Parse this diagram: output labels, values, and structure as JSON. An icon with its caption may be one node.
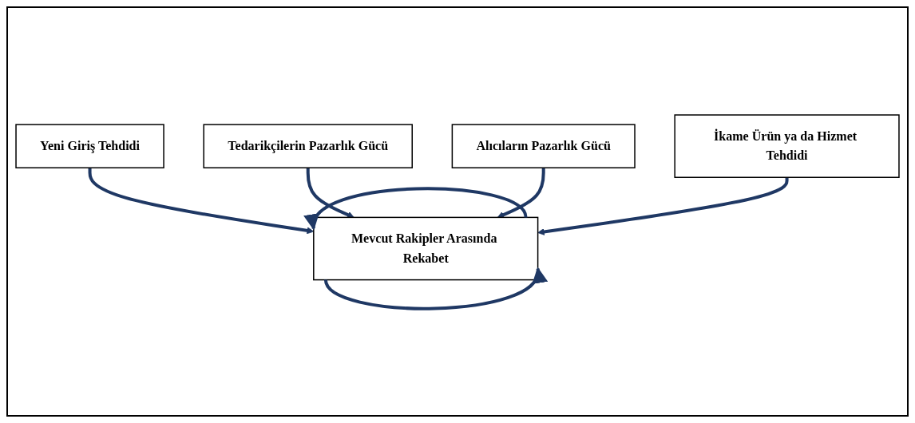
{
  "diagram": {
    "nodes": [
      {
        "text": [
          "Yeni Giriş Tehdidi"
        ]
      },
      {
        "text": [
          "Tedarikçilerin Pazarlık Gücü"
        ]
      },
      {
        "text": [
          "Mevcut Rakipler Arasında Rekabet"
        ]
      },
      {
        "text": [
          "Alıcıların Pazarlık Gücü"
        ]
      },
      {
        "text": [
          "İkame Ürün ya da Hizmet Tehdidi"
        ]
      }
    ],
    "edges": [
      {
        "from": 0,
        "to": 2,
        "arrow": "to"
      },
      {
        "from": 1,
        "to": 2,
        "arrow": "to"
      },
      {
        "from": 3,
        "to": 2,
        "arrow": "to"
      },
      {
        "from": 4,
        "to": 2,
        "arrow": "to"
      },
      {
        "from": 2,
        "to": 2,
        "arrow": "to"
      },
      {
        "from": 2,
        "to": 2,
        "arrow": "to"
      }
    ]
  }
}
